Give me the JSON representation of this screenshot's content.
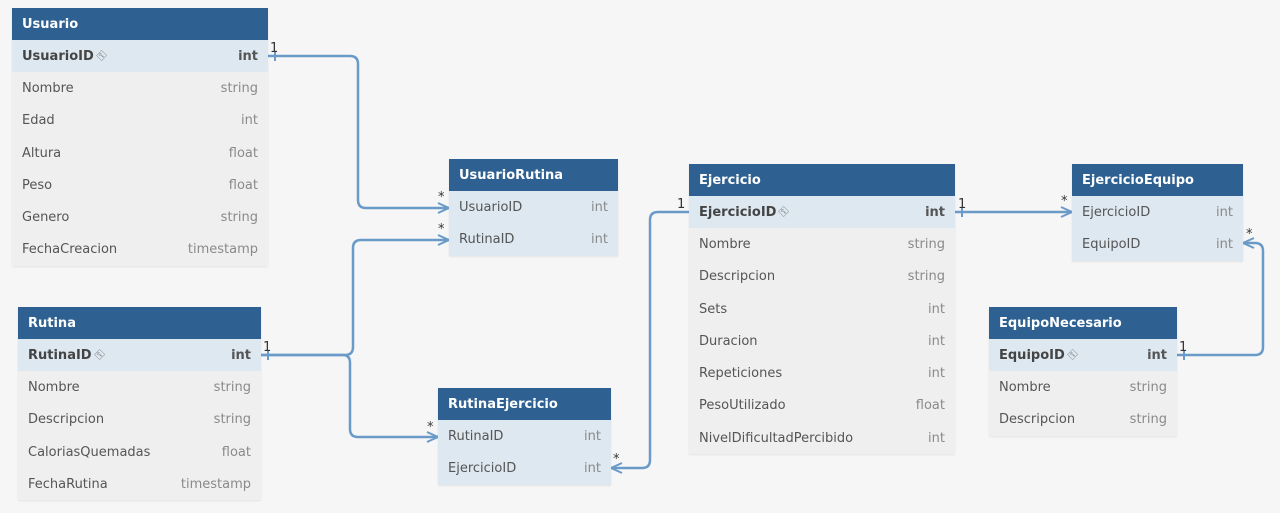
{
  "colors": {
    "header": "#2e6191",
    "connector": "#6a9bc8",
    "pk_row": "#dde8f0",
    "body": "#efefef",
    "canvas": "#f6f6f7"
  },
  "tables": {
    "usuario": {
      "name": "Usuario",
      "fields": [
        {
          "name": "UsuarioID",
          "type": "int",
          "pk": true
        },
        {
          "name": "Nombre",
          "type": "string"
        },
        {
          "name": "Edad",
          "type": "int"
        },
        {
          "name": "Altura",
          "type": "float"
        },
        {
          "name": "Peso",
          "type": "float"
        },
        {
          "name": "Genero",
          "type": "string"
        },
        {
          "name": "FechaCreacion",
          "type": "timestamp"
        }
      ]
    },
    "rutina": {
      "name": "Rutina",
      "fields": [
        {
          "name": "RutinaID",
          "type": "int",
          "pk": true
        },
        {
          "name": "Nombre",
          "type": "string"
        },
        {
          "name": "Descripcion",
          "type": "string"
        },
        {
          "name": "CaloriasQuemadas",
          "type": "float"
        },
        {
          "name": "FechaRutina",
          "type": "timestamp"
        }
      ]
    },
    "usuario_rutina": {
      "name": "UsuarioRutina",
      "fields": [
        {
          "name": "UsuarioID",
          "type": "int"
        },
        {
          "name": "RutinaID",
          "type": "int"
        }
      ]
    },
    "rutina_ejercicio": {
      "name": "RutinaEjercicio",
      "fields": [
        {
          "name": "RutinaID",
          "type": "int"
        },
        {
          "name": "EjercicioID",
          "type": "int"
        }
      ]
    },
    "ejercicio": {
      "name": "Ejercicio",
      "fields": [
        {
          "name": "EjercicioID",
          "type": "int",
          "pk": true
        },
        {
          "name": "Nombre",
          "type": "string"
        },
        {
          "name": "Descripcion",
          "type": "string"
        },
        {
          "name": "Sets",
          "type": "int"
        },
        {
          "name": "Duracion",
          "type": "int"
        },
        {
          "name": "Repeticiones",
          "type": "int"
        },
        {
          "name": "PesoUtilizado",
          "type": "float"
        },
        {
          "name": "NivelDificultadPercibido",
          "type": "int"
        }
      ]
    },
    "ejercicio_equipo": {
      "name": "EjercicioEquipo",
      "fields": [
        {
          "name": "EjercicioID",
          "type": "int"
        },
        {
          "name": "EquipoID",
          "type": "int"
        }
      ]
    },
    "equipo_necesario": {
      "name": "EquipoNecesario",
      "fields": [
        {
          "name": "EquipoID",
          "type": "int",
          "pk": true
        },
        {
          "name": "Nombre",
          "type": "string"
        },
        {
          "name": "Descripcion",
          "type": "string"
        }
      ]
    }
  },
  "relations": [
    {
      "from": "Usuario.UsuarioID",
      "to": "UsuarioRutina.UsuarioID",
      "from_card": "1",
      "to_card": "*"
    },
    {
      "from": "Rutina.RutinaID",
      "to": "UsuarioRutina.RutinaID",
      "from_card": "1",
      "to_card": "*"
    },
    {
      "from": "Rutina.RutinaID",
      "to": "RutinaEjercicio.RutinaID",
      "from_card": "1",
      "to_card": "*"
    },
    {
      "from": "Ejercicio.EjercicioID",
      "to": "RutinaEjercicio.EjercicioID",
      "from_card": "1",
      "to_card": "*"
    },
    {
      "from": "Ejercicio.EjercicioID",
      "to": "EjercicioEquipo.EjercicioID",
      "from_card": "1",
      "to_card": "*"
    },
    {
      "from": "EquipoNecesario.EquipoID",
      "to": "EjercicioEquipo.EquipoID",
      "from_card": "1",
      "to_card": "*"
    }
  ]
}
